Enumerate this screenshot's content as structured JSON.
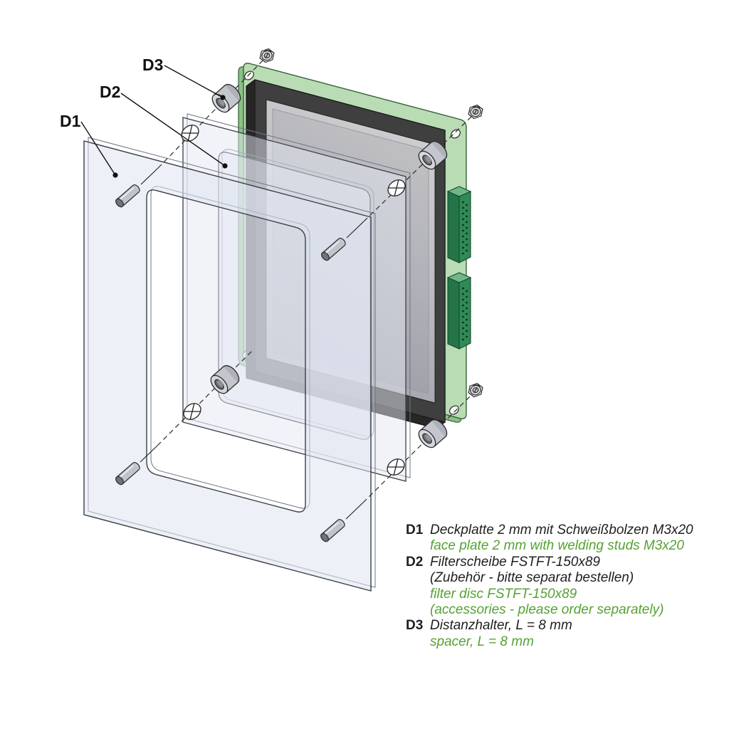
{
  "diagram": {
    "type": "exploded-assembly-technical-drawing",
    "callouts": [
      {
        "label": "D1",
        "target": "face-plate"
      },
      {
        "label": "D2",
        "target": "filter-disc"
      },
      {
        "label": "D3",
        "target": "spacer"
      }
    ],
    "legend": {
      "items": [
        {
          "key": "D1",
          "lines": [
            {
              "lang": "de",
              "text": "Deckplatte 2 mm mit Schweißbolzen M3x20"
            },
            {
              "lang": "en",
              "text": "face plate 2 mm with welding studs M3x20"
            }
          ]
        },
        {
          "key": "D2",
          "lines": [
            {
              "lang": "de",
              "text": "Filterscheibe FSTFT-150x89"
            },
            {
              "lang": "de",
              "text": "(Zubehör - bitte separat bestellen)"
            },
            {
              "lang": "en",
              "text": "filter disc FSTFT-150x89"
            },
            {
              "lang": "en",
              "text": "(accessories - please order separately)"
            }
          ]
        },
        {
          "key": "D3",
          "lines": [
            {
              "lang": "de",
              "text": "Distanzhalter, L = 8 mm"
            },
            {
              "lang": "en",
              "text": "spacer, L = 8 mm"
            }
          ]
        }
      ]
    },
    "hardware_counts": {
      "welding_studs": 4,
      "spacers": 4,
      "hex_nuts_visible": 3,
      "hole_markers": 4
    },
    "colors": {
      "background": "#ffffff",
      "outline": "#2a2a2a",
      "legend_green": "#55a233",
      "pcb_green": "#b9dcb4",
      "pcb_edge_green": "#8cc186",
      "connector_green": "#2f8a55",
      "bezel_gray": "#3f3f3f",
      "screen_gray": "#c9c9c9",
      "plate_tint": "#e4e8f2",
      "metal_gray": "#c6c9cf"
    }
  }
}
